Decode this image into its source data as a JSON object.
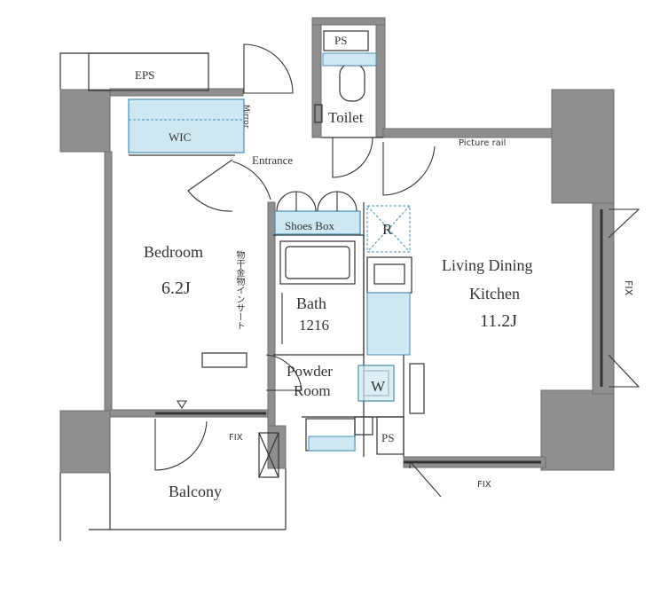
{
  "colors": {
    "wall": "#8f8f8f",
    "wall_outline": "#6e6e6e",
    "line": "#333333",
    "storage_fill": "#cfe7f3",
    "storage_stroke": "#4a8fb5",
    "background": "#ffffff"
  },
  "rooms": {
    "eps": "EPS",
    "ps_top": "PS",
    "ps_bottom": "PS",
    "toilet": "Toilet",
    "wic": "WIC",
    "mirror": "Mirror",
    "entrance": "Entrance",
    "picture_rail": "Picture rail",
    "shoes_box": "Shoes Box",
    "refrigerator": "R",
    "bedroom": "Bedroom",
    "bedroom_size": "6.2J",
    "storage_note": "物干金物インサート",
    "bath": "Bath",
    "bath_size": "1216",
    "powder_room_1": "Powder",
    "powder_room_2": "Room",
    "washer": "W",
    "ldk_1": "Living Dining",
    "ldk_2": "Kitchen",
    "ldk_size": "11.2J",
    "fix_right": "FIX",
    "fix_balcony": "FIX",
    "fix_bottom": "FIX",
    "balcony": "Balcony"
  }
}
